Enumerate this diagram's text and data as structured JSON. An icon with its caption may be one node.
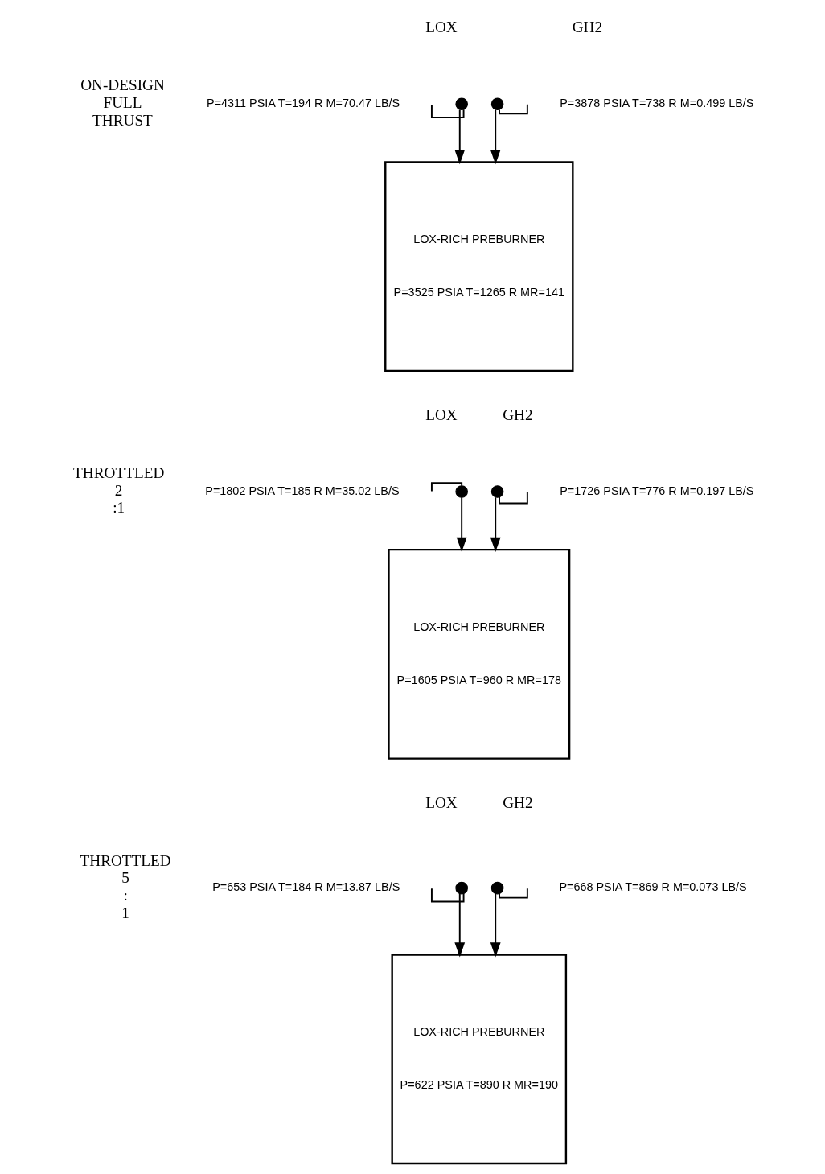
{
  "diagram": {
    "nodes": [
      {
        "text": [],
        "shape": "circle"
      },
      {
        "text": [],
        "shape": "circle"
      },
      {
        "text": [
          "LOX-RICH PREBURNER",
          "P=3525 PSIA T=1265 R MR=141"
        ]
      },
      {
        "text": [],
        "shape": "circle"
      },
      {
        "text": [],
        "shape": "circle"
      },
      {
        "text": [
          "LOX-RICH PREBURNER",
          "P=1605 PSIA T=960 R MR=178"
        ]
      },
      {
        "text": [],
        "shape": "circle"
      },
      {
        "text": [],
        "shape": "circle"
      },
      {
        "text": [
          "LOX-RICH PREBURNER",
          "P=622 PSIA T=890 R MR=190"
        ]
      }
    ],
    "edges": [
      {
        "from": null,
        "to": 0,
        "arrow": "none"
      },
      {
        "from": 0,
        "to": 2,
        "arrow": "to"
      },
      {
        "from": null,
        "to": 1,
        "arrow": "none"
      },
      {
        "from": 1,
        "to": 2,
        "arrow": "to"
      },
      {
        "from": null,
        "to": 3,
        "arrow": "none"
      },
      {
        "from": 3,
        "to": 5,
        "arrow": "to"
      },
      {
        "from": null,
        "to": 4,
        "arrow": "none"
      },
      {
        "from": 4,
        "to": 5,
        "arrow": "to"
      },
      {
        "from": null,
        "to": 6,
        "arrow": "none"
      },
      {
        "from": 6,
        "to": 8,
        "arrow": "to"
      },
      {
        "from": null,
        "to": 7,
        "arrow": "none"
      },
      {
        "from": 7,
        "to": 8,
        "arrow": "to"
      }
    ],
    "labels": [
      "ON-DESIGN FULL THRUST",
      "LOX",
      "P=4311 PSIA T=194 R M=70.47 LB/S",
      "GH2",
      "P=3878 PSIA T=738 R M=0.499 LB/S",
      "THROTTLED 2 :1",
      "LOX",
      "P=1802 PSIA T=185 R M=35.02 LB/S",
      "GH2",
      "P=1726 PSIA T=776 R M=0.197 LB/S",
      "THROTTLED 5 : 1",
      "LOX",
      "P=653 PSIA T=184 R M=13.87 LB/S",
      "GH2",
      "P=668 PSIA T=869 R M=0.073 LB/S"
    ]
  }
}
